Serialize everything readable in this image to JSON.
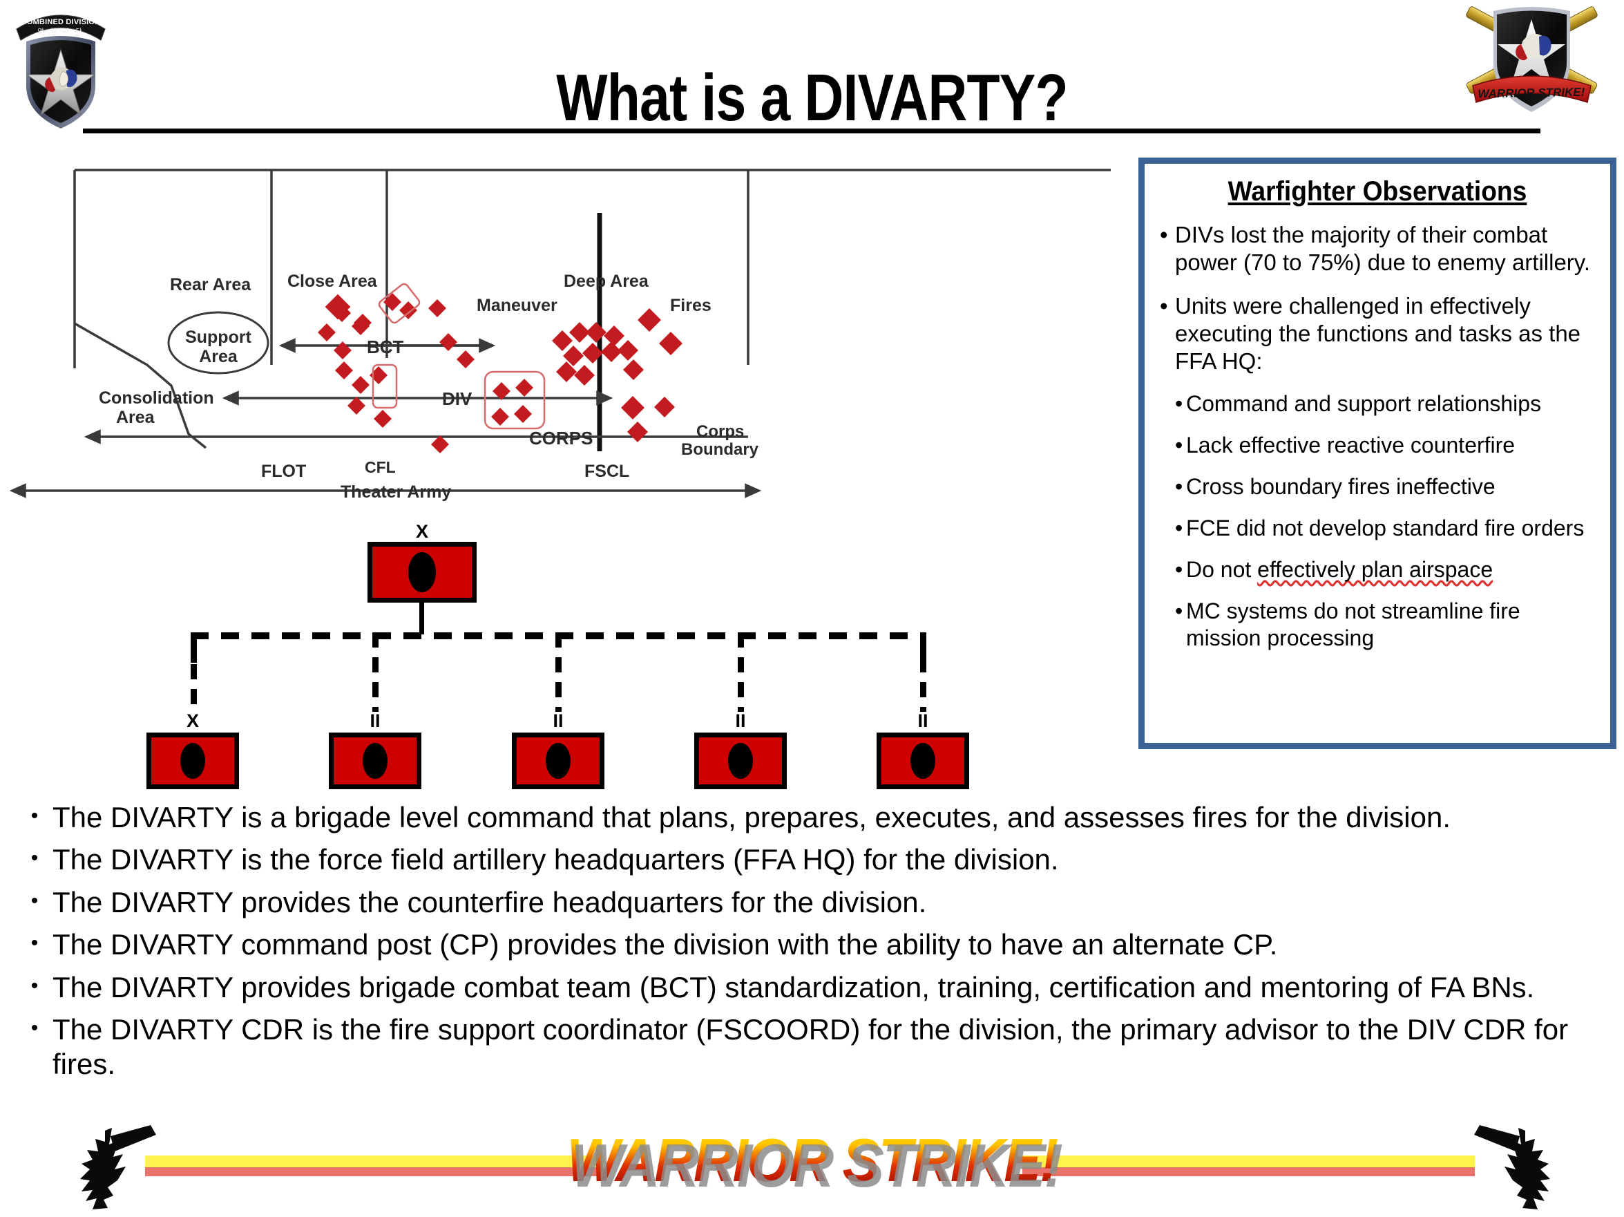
{
  "header": {
    "title": "What is a DIVARTY?",
    "left_patch": {
      "name": "2nd-infantry-division-combined-division-patch",
      "tab_text": "COMBINED DIVISION",
      "tab_text_korean": "연 합 사 단"
    },
    "right_patch": {
      "name": "warrior-strike-crossed-cannons-crest",
      "banner_text": "WARRIOR STRIKE!"
    }
  },
  "framework": {
    "areas": {
      "rear": "Rear Area",
      "close": "Close Area",
      "deep": "Deep Area",
      "support": "Support\nArea",
      "support_line1": "Support",
      "support_line2": "Area",
      "consolidation_line1": "Consolidation",
      "consolidation_line2": "Area"
    },
    "functions": {
      "maneuver": "Maneuver",
      "fires": "Fires"
    },
    "echelon_arrows": [
      "BCT",
      "DIV",
      "CORPS"
    ],
    "control_measures": [
      "FLOT",
      "CFL",
      "FSCL"
    ],
    "boundary_line1": "Corps",
    "boundary_line2": "Boundary",
    "bottom_span": "Theater Army"
  },
  "orgchart": {
    "title": "divarty-organization",
    "parent": {
      "echelon": "X",
      "symbol": "field-artillery"
    },
    "children": [
      {
        "echelon": "X",
        "symbol": "field-artillery"
      },
      {
        "echelon": "II",
        "symbol": "field-artillery"
      },
      {
        "echelon": "II",
        "symbol": "field-artillery"
      },
      {
        "echelon": "II",
        "symbol": "field-artillery"
      },
      {
        "echelon": "II",
        "symbol": "field-artillery"
      }
    ],
    "colors": {
      "unit_fill": "#CC0000",
      "unit_border": "#000000"
    }
  },
  "observations": {
    "title": "Warfighter Observations",
    "border_color": "#3B6295",
    "level1": [
      "DIVs lost the majority of their combat power (70 to 75%) due to enemy artillery.",
      "Units were challenged in effectively executing the functions and tasks as the FFA HQ:"
    ],
    "level2": [
      "Command and support relationships",
      "Lack effective reactive counterfire",
      "Cross boundary fires ineffective",
      "FCE did not develop standard fire orders",
      "Do not effectively plan airspace",
      "MC systems do not streamline fire mission processing"
    ],
    "level2_spellcheck_index": 4,
    "level2_spellcheck_prefix": "Do not ",
    "level2_spellcheck_flagged": "effectively plan airspace"
  },
  "bullets": [
    "The DIVARTY is a brigade level command that plans, prepares, executes, and assesses fires for the division.",
    "The DIVARTY is the force field artillery headquarters (FFA HQ) for the division.",
    "The DIVARTY provides the counterfire headquarters for the division.",
    "The DIVARTY command post (CP) provides the division with the ability to have an alternate CP.",
    "The DIVARTY provides brigade combat team (BCT) standardization, training, certification and mentoring of FA BNs.",
    "The DIVARTY CDR is the fire support coordinator (FSCOORD) for the division, the primary advisor to the DIV CDR for fires."
  ],
  "footer": {
    "banner": "WARRIOR STRIKE!",
    "bar_yellow": "#FFF24A",
    "bar_red": "#E8736A",
    "howitzer_icon": "howitzer-silhouette"
  }
}
